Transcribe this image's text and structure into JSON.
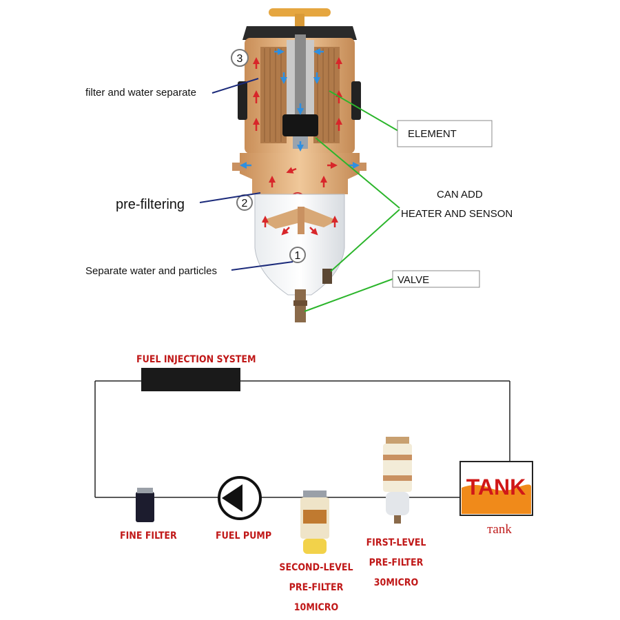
{
  "callouts": {
    "step3": "3",
    "step2": "2",
    "step1": "1",
    "filter_water": "filter and water separate",
    "pre_filtering": "pre-filtering",
    "separate": "Separate water and particles",
    "element": "ELEMENT",
    "can_add_1": "CAN ADD",
    "can_add_2": "HEATER AND SENSON",
    "valve": "VALVE"
  },
  "system": {
    "fuel_injection": "FUEL INJECTION SYSTEM",
    "tank": "TANK",
    "tank_sub": "тank",
    "fine_filter": "FINE FILTER",
    "fuel_pump": "FUEL PUMP",
    "second_level": [
      "SECOND-LEVEL",
      "PRE-FILTER",
      "10MICRO"
    ],
    "first_level": [
      "FIRST-LEVEL",
      "PRE-FILTER",
      "30MICRO"
    ]
  },
  "colors": {
    "housing": "#d9a876",
    "arrow_red": "#d8262a",
    "arrow_blue": "#2f8fe0",
    "leader_green": "#2bb52b",
    "leader_navy": "#1b2a7a",
    "label_red": "#c01818",
    "tank_fuel": "#f08a1a"
  }
}
